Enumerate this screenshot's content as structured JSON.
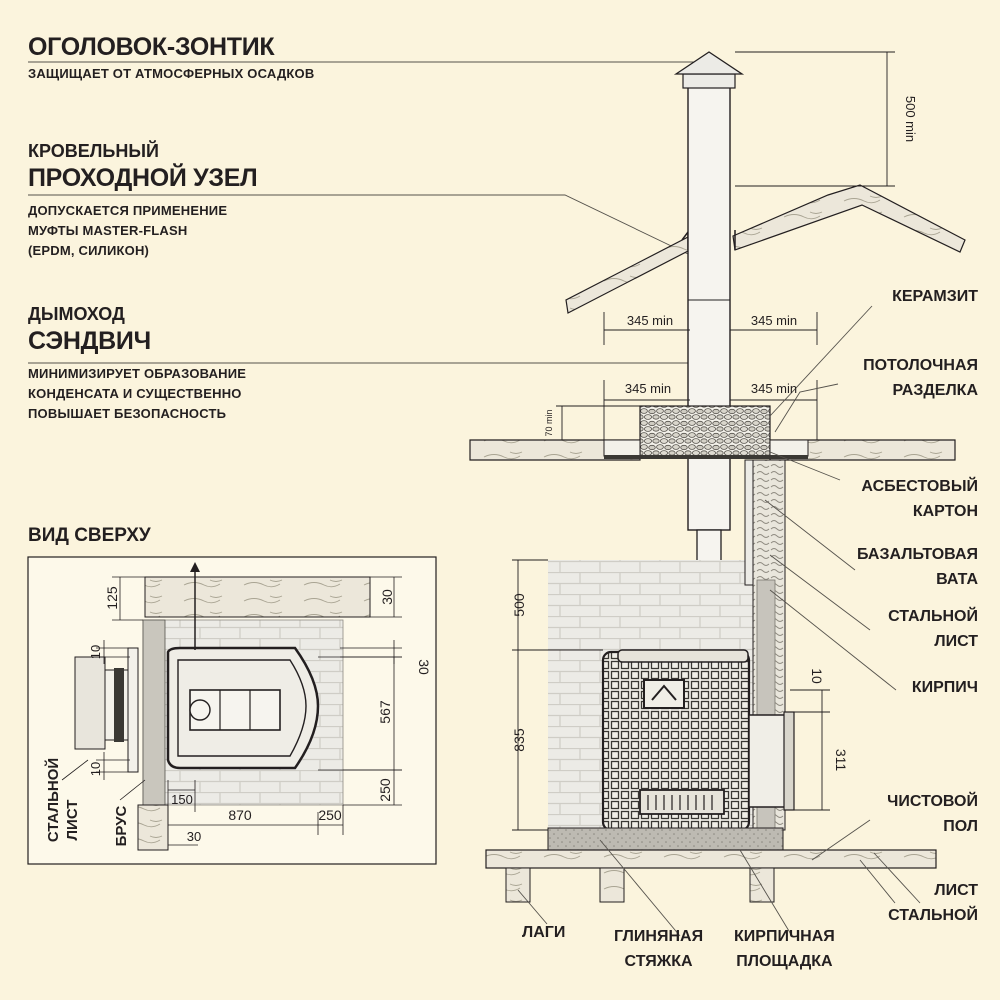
{
  "colors": {
    "background": "#fbf4dd",
    "brick": "#e7e4dc",
    "wood": "#e9e4d6",
    "line": "#231f20",
    "panel": "#fdf9ea"
  },
  "cap": {
    "title": "ОГОЛОВОК-ЗОНТИК",
    "subtitle": "ЗАЩИЩАЕТ ОТ АТМОСФЕРНЫХ ОСАДКОВ"
  },
  "roof_node": {
    "title_1": "КРОВЕЛЬНЫЙ",
    "title_2": "ПРОХОДНОЙ УЗЕЛ",
    "sub_1": "ДОПУСКАЕТСЯ ПРИМЕНЕНИЕ",
    "sub_2": "МУФТЫ MASTER-FLASH",
    "sub_3": "(EPDM, СИЛИКОН)"
  },
  "chimney": {
    "title_1": "ДЫМОХОД",
    "title_2": "СЭНДВИЧ",
    "sub_1": "МИНИМИЗИРУЕТ ОБРАЗОВАНИЕ",
    "sub_2": "КОНДЕНСАТА И СУЩЕСТВЕННО",
    "sub_3": "ПОВЫШАЕТ БЕЗОПАСНОСТЬ"
  },
  "top_view": {
    "title": "ВИД СВЕРХУ",
    "label_steel_1": "СТАЛЬНОЙ",
    "label_steel_2": "ЛИСТ",
    "label_beam": "БРУС",
    "dims": {
      "d125": "125",
      "d30a": "30",
      "d10a": "10",
      "d30b": "30",
      "d567": "567",
      "d10b": "10",
      "d250v": "250",
      "d150": "150",
      "d870": "870",
      "d250h": "250",
      "d30c": "30"
    }
  },
  "right_labels": {
    "keramzit": "КЕРАМЗИТ",
    "razdelka_1": "ПОТОЛОЧНАЯ",
    "razdelka_2": "РАЗДЕЛКА",
    "asbest_1": "АСБЕСТОВЫЙ",
    "asbest_2": "КАРТОН",
    "bazalt_1": "БАЗАЛЬТОВАЯ",
    "bazalt_2": "ВАТА",
    "steel_1": "СТАЛЬНОЙ",
    "steel_2": "ЛИСТ",
    "brick": "КИРПИЧ",
    "floor_1": "ЧИСТОВОЙ",
    "floor_2": "ПОЛ",
    "sheet_1": "ЛИСТ",
    "sheet_2": "СТАЛЬНОЙ"
  },
  "bottom_labels": {
    "lagi": "ЛАГИ",
    "glina_1": "ГЛИНЯНАЯ",
    "glina_2": "СТЯЖКА",
    "plosh_1": "КИРПИЧНАЯ",
    "plosh_2": "ПЛОЩАДКА"
  },
  "dims_main": {
    "d500min": "500 min",
    "roof_left": "345 min",
    "roof_right": "345 min",
    "ceil_left": "345 min",
    "ceil_right": "345 min",
    "d70min": "70 min",
    "d500": "500",
    "d835": "835",
    "d10": "10",
    "d311": "311"
  }
}
